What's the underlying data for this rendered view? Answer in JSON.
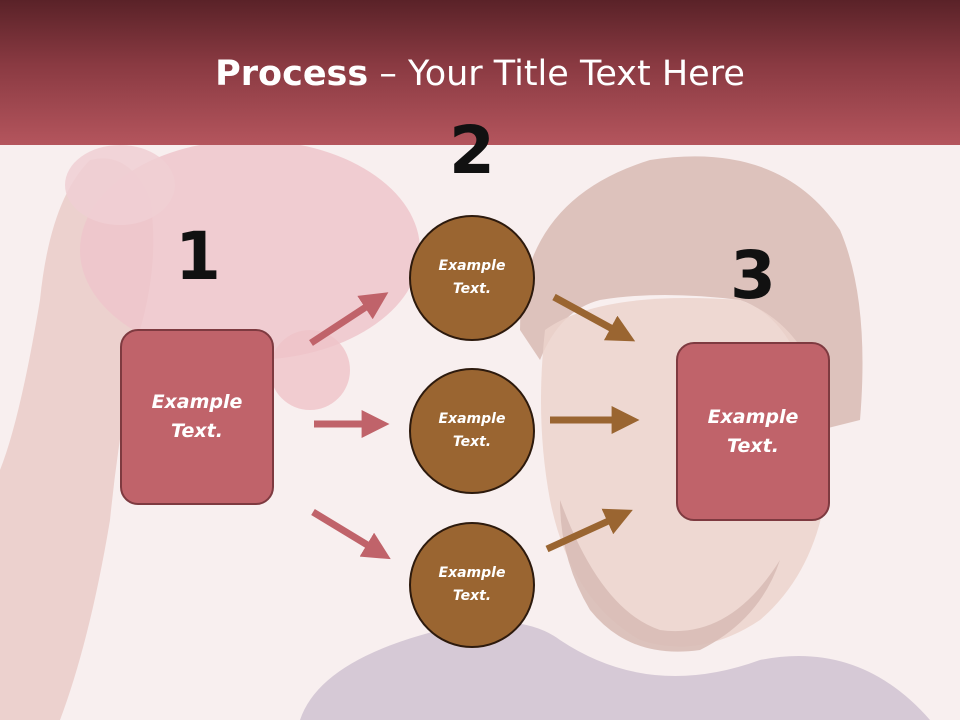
{
  "title": {
    "bold": "Process",
    "rest": " – Your Title Text Here"
  },
  "steps": {
    "one": "1",
    "two": "2",
    "three": "3"
  },
  "left_box": {
    "text": "Example\nText."
  },
  "right_box": {
    "text": "Example\nText."
  },
  "circles": [
    {
      "text": "Example\nText."
    },
    {
      "text": "Example\nText."
    },
    {
      "text": "Example\nText."
    }
  ],
  "colors": {
    "header": "#8a3a42",
    "box_fill": "#c0636a",
    "circle_fill": "#9a6531",
    "left_arrows": "#c0636a",
    "right_arrows": "#9a6531"
  }
}
